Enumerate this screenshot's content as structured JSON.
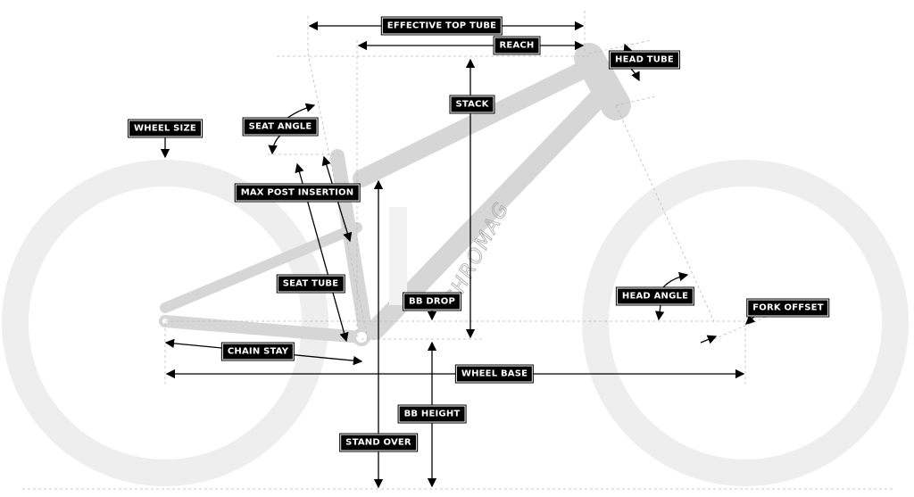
{
  "brand": "CHROMAG",
  "labels": {
    "effective_top_tube": "EFFECTIVE TOP TUBE",
    "reach": "REACH",
    "head_tube": "HEAD TUBE",
    "stack": "STACK",
    "wheel_size": "WHEEL SIZE",
    "seat_angle": "SEAT ANGLE",
    "max_post_insertion": "MAX POST INSERTION",
    "seat_tube": "SEAT TUBE",
    "bb_drop": "BB DROP",
    "head_angle": "HEAD ANGLE",
    "fork_offset": "FORK OFFSET",
    "chain_stay": "CHAIN STAY",
    "wheel_base": "WHEEL BASE",
    "bb_height": "BB HEIGHT",
    "stand_over": "STAND OVER"
  },
  "colors": {
    "frame": "#d6d6d6",
    "wheel": "#eeeeee",
    "label_bg": "#000000",
    "label_text": "#ffffff"
  }
}
